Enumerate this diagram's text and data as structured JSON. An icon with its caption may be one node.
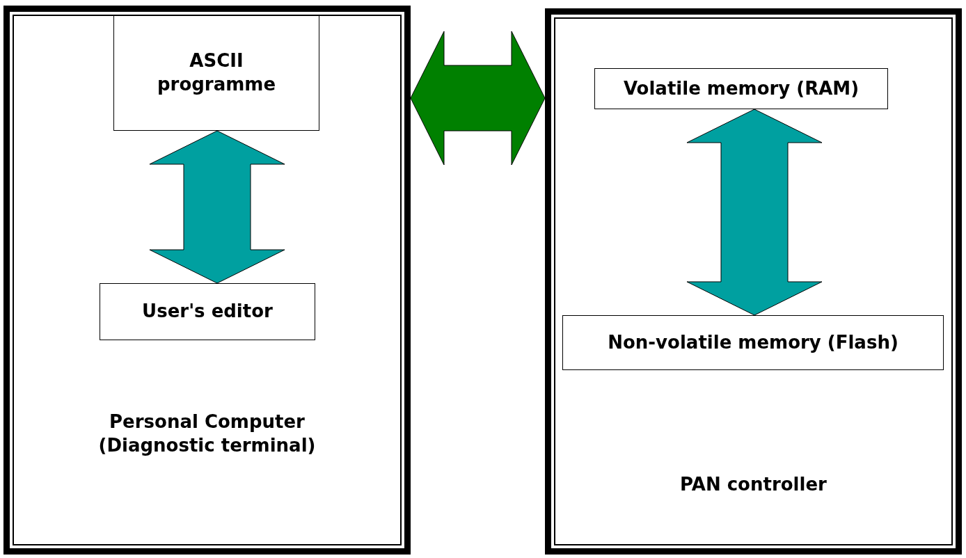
{
  "diagram": {
    "nodes": [
      {
        "text": [
          "Personal Computer (Diagnostic terminal)"
        ]
      },
      {
        "text": [
          "ASCII programme"
        ],
        "in": 0
      },
      {
        "text": [
          "User's editor"
        ],
        "in": 0
      },
      {
        "text": [
          "PAN controller"
        ]
      },
      {
        "text": [
          "Volatile memory (RAM)"
        ],
        "in": 3
      },
      {
        "text": [
          "Non-volatile memory (Flash)"
        ],
        "in": 3
      }
    ],
    "edges": [
      {
        "from": 1,
        "to": 2,
        "arrow": "both",
        "style": "thick"
      },
      {
        "from": 4,
        "to": 5,
        "arrow": "both",
        "style": "thick"
      },
      {
        "from": 0,
        "to": 3,
        "arrow": "both",
        "style": "thick",
        "color": "#008000"
      }
    ]
  }
}
